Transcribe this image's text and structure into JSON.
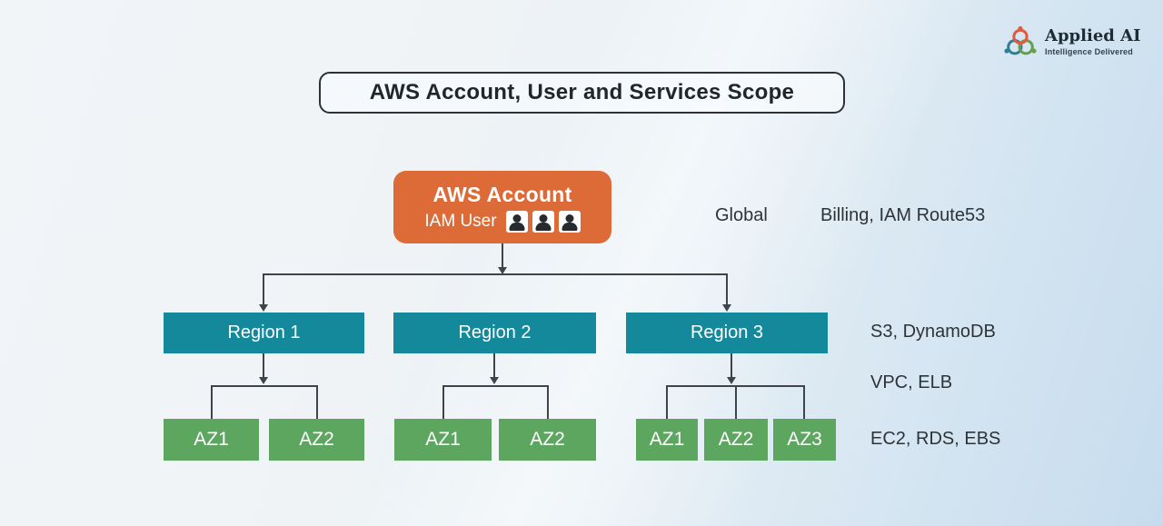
{
  "page": {
    "title": "AWS Account, User and Services Scope"
  },
  "brand": {
    "name": "Applied AI",
    "tagline": "Intelligence Delivered"
  },
  "diagram": {
    "account": {
      "title": "AWS Account",
      "subtitle": "IAM User",
      "user_icon_count": 3
    },
    "regions": [
      {
        "label": "Region 1",
        "azs": [
          "AZ1",
          "AZ2"
        ]
      },
      {
        "label": "Region 2",
        "azs": [
          "AZ1",
          "AZ2"
        ]
      },
      {
        "label": "Region 3",
        "azs": [
          "AZ1",
          "AZ2",
          "AZ3"
        ]
      }
    ],
    "scope_labels": {
      "global_scope": "Global",
      "global_services": "Billing, IAM Route53",
      "region_services": "S3, DynamoDB",
      "region_network": "VPC, ELB",
      "az_services": "EC2, RDS, EBS"
    },
    "colors": {
      "account": "#DC6B38",
      "region": "#14899C",
      "az": "#5CA660",
      "connector": "#3F444A",
      "background_start": "#F1F5F8",
      "background_end": "#C6DCEE"
    }
  }
}
